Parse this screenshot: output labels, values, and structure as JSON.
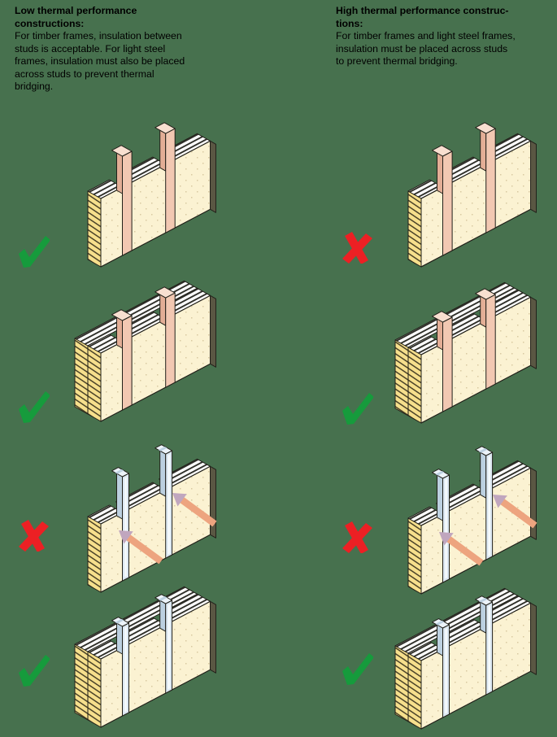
{
  "columns": [
    {
      "id": "low",
      "heading": "Low thermal performance constructions:",
      "heading_lines": [
        "Low thermal performance",
        "constructions:"
      ],
      "body": "For timber frames, insulation between studs is acceptable. For light steel frames, insulation must also be placed across studs to prevent thermal bridging.",
      "body_lines": [
        "For timber frames, insulation between",
        "studs is acceptable. For light steel",
        "frames, insulation must also be placed",
        "across studs to prevent thermal",
        "bridging."
      ],
      "rows": [
        {
          "construction": "timber-frame-insulation-between-studs",
          "verdict": "acceptable"
        },
        {
          "construction": "timber-frame-insulation-between-and-across-studs",
          "verdict": "acceptable"
        },
        {
          "construction": "light-steel-frame-insulation-between-studs",
          "verdict": "not-acceptable",
          "thermal_bridging_arrows": true
        },
        {
          "construction": "light-steel-frame-insulation-between-and-across-studs",
          "verdict": "acceptable"
        }
      ]
    },
    {
      "id": "high",
      "heading": "High thermal performance constructions:",
      "heading_lines": [
        "High thermal performance construc-",
        "tions:"
      ],
      "body": "For timber frames and light steel frames, insulation must be placed across studs to prevent thermal bridging.",
      "body_lines": [
        "For timber frames and light steel frames,",
        "insulation must be placed across studs",
        "to prevent thermal bridging."
      ],
      "rows": [
        {
          "construction": "timber-frame-insulation-between-studs",
          "verdict": "not-acceptable"
        },
        {
          "construction": "timber-frame-insulation-between-and-across-studs",
          "verdict": "acceptable"
        },
        {
          "construction": "light-steel-frame-insulation-between-studs",
          "verdict": "not-acceptable",
          "thermal_bridging_arrows": true
        },
        {
          "construction": "light-steel-frame-insulation-between-and-across-studs",
          "verdict": "acceptable"
        }
      ]
    }
  ],
  "icons": {
    "acceptable": "checkmark-icon",
    "not-acceptable": "cross-icon"
  },
  "colors": {
    "background": "#47714E",
    "check_green": "#169B3C",
    "cross_red": "#EC2024",
    "wall_face": "#FBF2D2",
    "wall_face_dots": "#D9C9A1",
    "wall_right_edge": "#5A5743",
    "insulation_yellow": "#F6DF8C",
    "insulation_hatch_line": "#4A4228",
    "batt_hatch_bg": "#FFFFFF",
    "batt_hatch_line": "#30302A",
    "timber_stud": "#F2C8B2",
    "timber_stud_side": "#E3AE96",
    "timber_stud_top": "#F8DFD0",
    "steel_stud": "#DCE8F2",
    "steel_stud_side": "#BCD0E0",
    "steel_stud_top": "#ECF3F9",
    "steel_stud_highlight": "#F7FBFD",
    "outline": "#22211A",
    "arrow_shaft": "#EDA47F",
    "arrow_head": "#C0A6BE"
  }
}
